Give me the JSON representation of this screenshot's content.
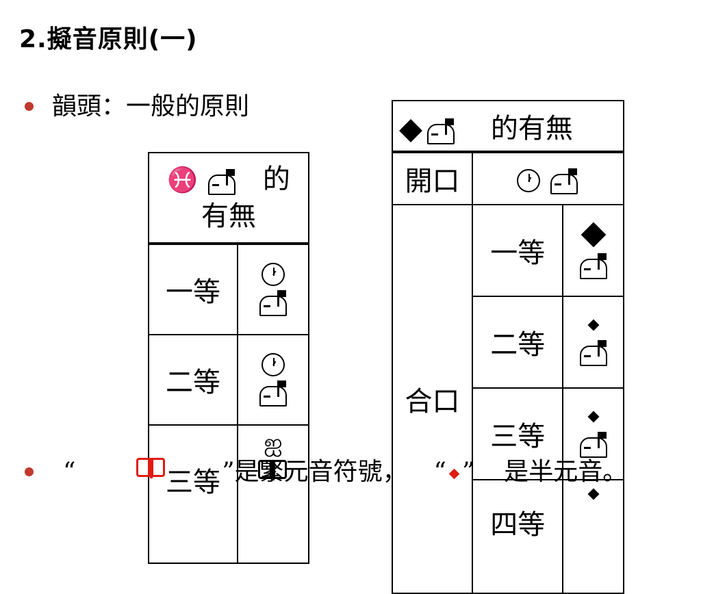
{
  "slide_title": "2.擬音原則(一)",
  "colors": {
    "bullet": "#c0392b",
    "book_icon": "#e01b10",
    "diamond_red": "#e01b10"
  },
  "bullet1": {
    "text": "韻頭：一般的原則"
  },
  "left_table": {
    "header_symbol": "♓",
    "header_suffix": "的",
    "header_line2": "有無",
    "rows": [
      {
        "label": "一等",
        "icons": [
          "clock-icon",
          "mailbox-icon"
        ]
      },
      {
        "label": "二等",
        "icons": [
          "clock-icon",
          "mailbox-icon"
        ]
      },
      {
        "label": "三等",
        "icons": [
          "scroll-icon",
          "book-icon",
          "mailbox-icon"
        ]
      }
    ]
  },
  "right_table": {
    "header_text": "的有無",
    "kaikou_label": "開口",
    "hekou_label": "合口",
    "hekou_rows": [
      "一等",
      "二等",
      "三等",
      "四等"
    ]
  },
  "bullet2": {
    "open_quote": "“",
    "close_quote": "”",
    "text_a": "是緊元音符號，",
    "open_quote_2": "“",
    "close_quote_2": "”",
    "text_b": "是半元音。"
  },
  "symbols": {
    "pisces": "♓",
    "scroll": "ஐ"
  }
}
